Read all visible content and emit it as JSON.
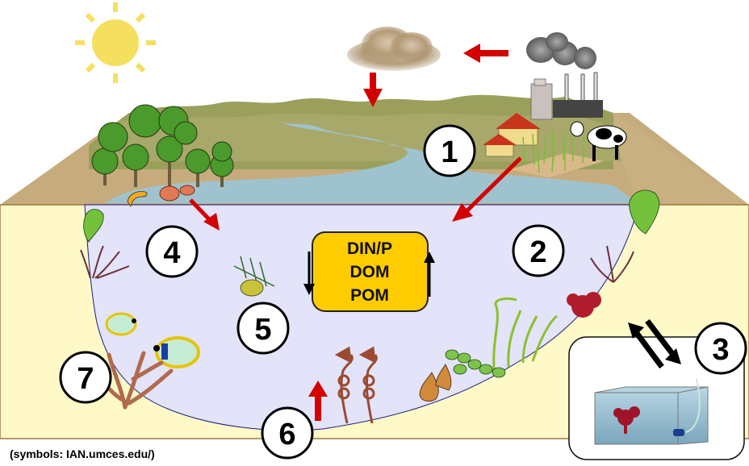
{
  "diagram": {
    "title": "Coastal ecosystem nutrient cycling",
    "colors": {
      "sediment": "#fff9c8",
      "water_column": "#e3e3fa",
      "surface_water": "#9ec4cf",
      "land": "#a8a06a",
      "hills": "#8e9a4e",
      "arrow_red": "#d40000",
      "arrow_black": "#000000",
      "pool_box": "#ffcc00",
      "sun": "#f5df5e",
      "brown_flux": "#9b4a30"
    },
    "pool_box": {
      "lines": [
        "DIN/P",
        "DOM",
        "POM"
      ],
      "arrows": [
        "down-arrow",
        "up-arrow"
      ]
    },
    "markers": [
      {
        "label": "1",
        "meaning": "land-based inputs (agriculture, urban, industry)"
      },
      {
        "label": "2",
        "meaning": "benthic primary producers"
      },
      {
        "label": "3",
        "meaning": "exchange with aquaculture tank"
      },
      {
        "label": "4",
        "meaning": "mangrove inputs"
      },
      {
        "label": "5",
        "meaning": "pelagic producers"
      },
      {
        "label": "6",
        "meaning": "sediment flux"
      },
      {
        "label": "7",
        "meaning": "coral reef"
      }
    ],
    "icons": [
      "sun-icon",
      "dust-cloud-icon",
      "factory-icon",
      "office-building-icon",
      "farm-house-icon",
      "crop-field-icon",
      "cow-icon",
      "mangrove-icon",
      "crab-icon",
      "shrimp-icon",
      "seagrass-icon",
      "seaweed-icon",
      "red-algae-icon",
      "snail-icon",
      "fish-icon",
      "coral-icon",
      "cyanobacteria-icon",
      "aquarium-tank-icon"
    ],
    "credit": "(symbols: IAN.umces.edu/)"
  }
}
